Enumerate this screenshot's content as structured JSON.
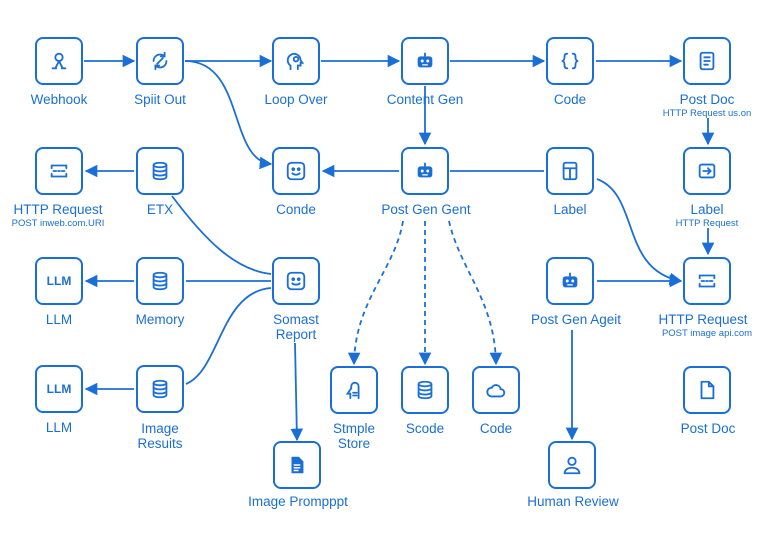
{
  "colors": {
    "accent": "#1a6fd6",
    "background": "#ffffff"
  },
  "nodes": {
    "webhook": {
      "label": "Webhook",
      "icon": "webhook-icon"
    },
    "split_out": {
      "label": "Spiit Out",
      "icon": "split-arrows-icon"
    },
    "loop_over": {
      "label": "Loop Over",
      "icon": "head-gear-icon"
    },
    "content_gen": {
      "label": "Content Gen",
      "icon": "robot-icon"
    },
    "code_top": {
      "label": "Code",
      "icon": "code-braces-icon"
    },
    "post_doc_top": {
      "label": "Post Doc",
      "sub": "HTTP Request us.on",
      "icon": "document-icon"
    },
    "http_request_left": {
      "label": "HTTP Request",
      "sub": "POST inweb.com.URI",
      "icon": "http-card-icon"
    },
    "etx": {
      "label": "ETX",
      "icon": "database-icon"
    },
    "conde": {
      "label": "Conde",
      "icon": "smiley-icon"
    },
    "post_gen_gent": {
      "label": "Post Gen Gent",
      "icon": "robot-icon"
    },
    "label_node": {
      "label": "Label",
      "icon": "label-icon"
    },
    "label_right": {
      "label": "Label",
      "sub": "HTTP Request",
      "icon": "arrow-box-icon"
    },
    "llm_1": {
      "label": "LLM",
      "icon_text": "LLM"
    },
    "memory": {
      "label": "Memory",
      "icon": "database-icon"
    },
    "somast_report": {
      "label": "Somast\nReport",
      "icon": "smiley-icon"
    },
    "post_gen_ageit": {
      "label": "Post Gen Ageit",
      "icon": "robot-icon"
    },
    "http_request_right": {
      "label": "HTTP Request",
      "sub": "POST image api.com",
      "icon": "http-card-icon"
    },
    "llm_2": {
      "label": "LLM",
      "icon_text": "LLM"
    },
    "image_results": {
      "label": "Image\nResuits",
      "icon": "database-icon"
    },
    "stmple_store": {
      "label": "Stmple\nStore",
      "icon": "storage-icon"
    },
    "scode": {
      "label": "Scode",
      "icon": "database-icon"
    },
    "code_bottom": {
      "label": "Code",
      "icon": "cloud-icon"
    },
    "post_doc_bottom": {
      "label": "Post Doc",
      "icon": "file-icon"
    },
    "image_prompt": {
      "label": "Image Prompppt",
      "icon": "file-text-icon"
    },
    "human_review": {
      "label": "Human Review",
      "icon": "user-icon"
    }
  }
}
